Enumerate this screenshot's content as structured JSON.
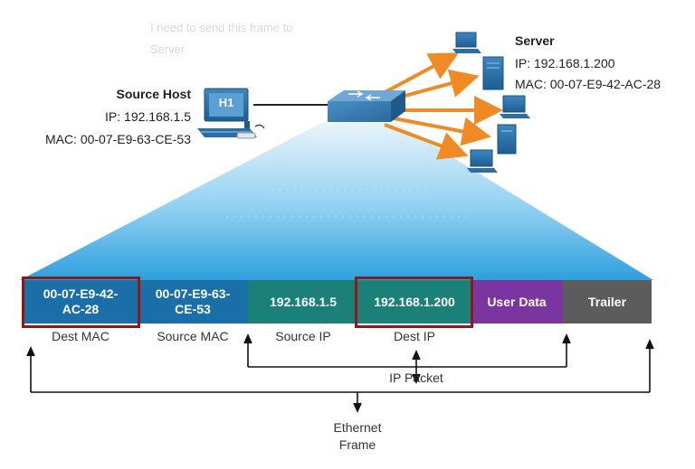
{
  "thought": {
    "line1": "I need to send this frame to",
    "line2": "Server"
  },
  "source_host": {
    "title": "Source Host",
    "ip": "IP: 192.168.1.5",
    "mac": "MAC: 00-07-E9-63-CE-53",
    "badge": "H1"
  },
  "server": {
    "title": "Server",
    "ip": "IP: 192.168.1.200",
    "mac": "MAC: 00-07-E9-42-AC-28"
  },
  "frame": {
    "cells": [
      {
        "line1": "00-07-E9-42-",
        "line2": "AC-28",
        "color": "#1a6fa8"
      },
      {
        "line1": "00-07-E9-63-",
        "line2": "CE-53",
        "color": "#1a6fa8"
      },
      {
        "line1": "192.168.1.5",
        "line2": "",
        "color": "#1a8078"
      },
      {
        "line1": "192.168.1.200",
        "line2": "",
        "color": "#1a8078"
      },
      {
        "line1": "User Data",
        "line2": "",
        "color": "#7b35a0"
      },
      {
        "line1": "Trailer",
        "line2": "",
        "color": "#5c5c5c"
      }
    ],
    "labels": {
      "dest_mac": "Dest MAC",
      "source_mac": "Source MAC",
      "source_ip": "Source IP",
      "dest_ip": "Dest IP"
    },
    "ip_packet": "IP Packet",
    "ethernet_frame_line1": "Ethernet",
    "ethernet_frame_line2": "Frame"
  },
  "colors": {
    "highlight": "#8b1a1a",
    "arrow": "#f08a24",
    "fan_top": "#e6f3fb",
    "fan_bottom": "#3da9e0"
  }
}
